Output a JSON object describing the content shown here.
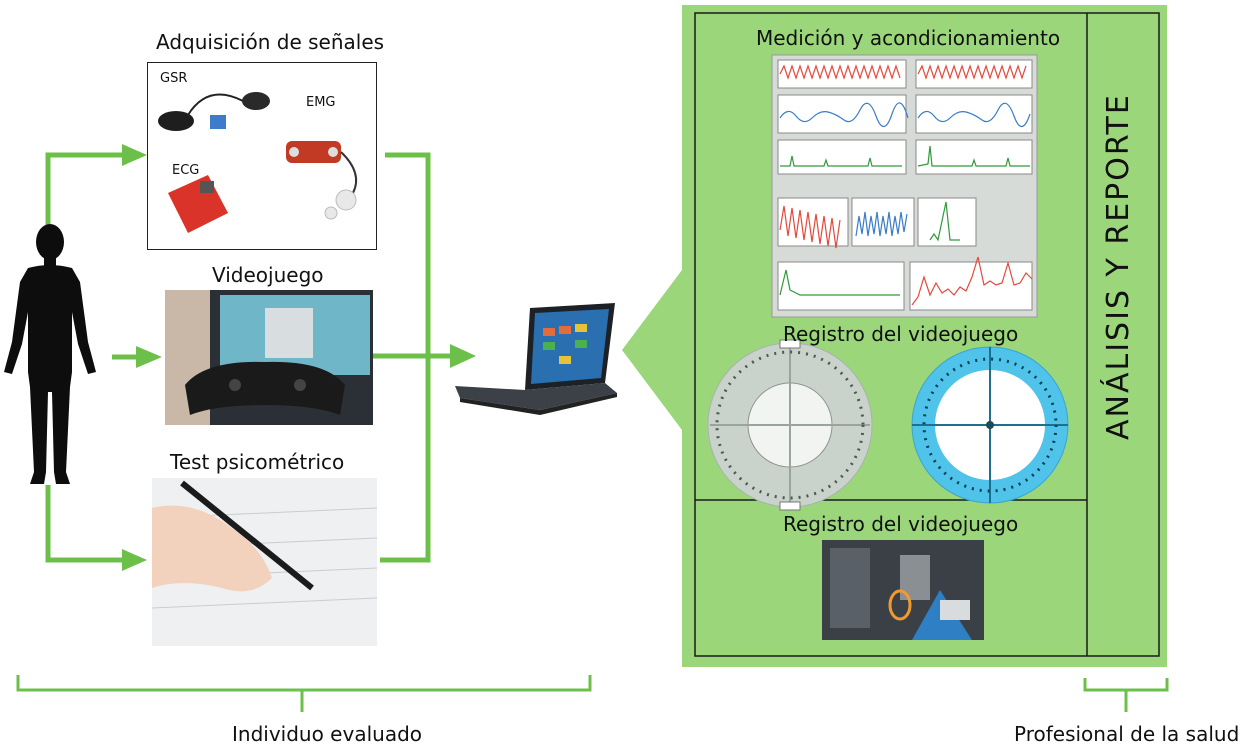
{
  "figure": {
    "acquisition_title": "Adquisición de señales",
    "sensors": {
      "gsr": "GSR",
      "emg": "EMG",
      "ecg": "ECG"
    },
    "videogame_label": "Videojuego",
    "test_label": "Test psicométrico",
    "measurement_title": "Medición y acondicionamiento",
    "registry_title_1": "Registro del videojuego",
    "registry_title_2": "Registro del videojuego",
    "analysis_label": "ANÁLISIS Y REPORTE",
    "individual_label": "Individuo evaluado",
    "professional_label": "Profesional de la salud"
  },
  "colors": {
    "arrow_green": "#6cc04a",
    "panel_green": "#9bd67a",
    "circle_blue": "#4fc3ea",
    "circle_gray": "#c9d3cc"
  },
  "icons": [
    "human-silhouette-icon",
    "laptop-icon",
    "gamepad-icon",
    "pen-hand-icon",
    "sensor-board-icon"
  ]
}
